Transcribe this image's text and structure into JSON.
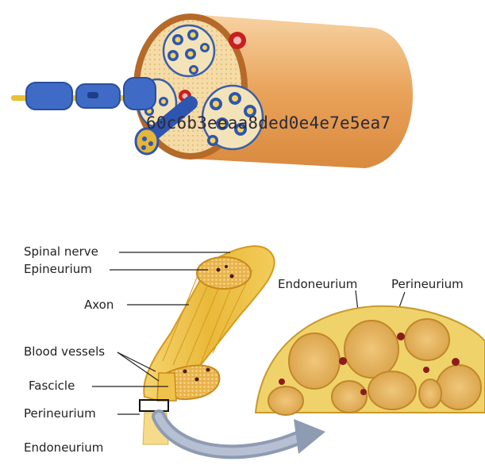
{
  "watermark": "60c6b3eeaa8ded0e4e7e5ea7",
  "labels": {
    "spinal_nerve": "Spinal nerve",
    "epineurium": "Epineurium",
    "axon": "Axon",
    "blood_vessels": "Blood vessels",
    "fascicle": "Fascicle",
    "perineurium_left": "Perineurium",
    "endoneurium_left": "Endoneurium",
    "endoneurium_right": "Endoneurium",
    "perineurium_right": "Perineurium"
  },
  "colors": {
    "nerve_yellow": "#f2c440",
    "nerve_dark": "#d59a1c",
    "myelin_blue": "#3f6bc6",
    "sheath_orange": "#e8a55a",
    "vessel_red": "#b01818",
    "arrow_gray": "#8e9bb3"
  }
}
